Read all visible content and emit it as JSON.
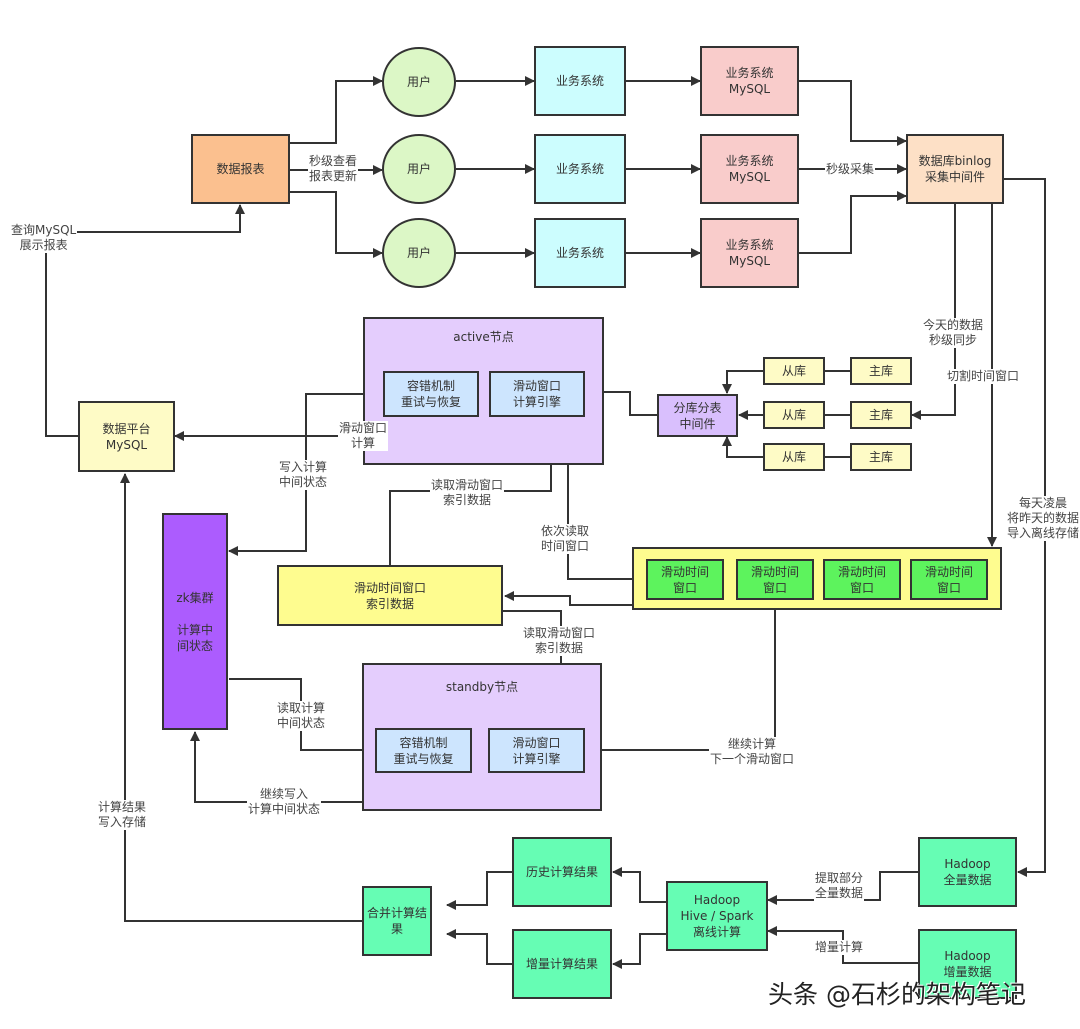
{
  "colors": {
    "report": "#fbc08f",
    "user": "#dcf7c6",
    "biz_system": "#ccfdfe",
    "biz_mysql": "#f9cccb",
    "binlog": "#fde0c6",
    "platform_mysql": "#fefbc6",
    "node_container": "#e4cdfd",
    "inner_box": "#cde5fe",
    "shard_middleware": "#d9bffd",
    "replica": "#fefbc6",
    "zk": "#ac5cfe",
    "window_index": "#fefc8f",
    "window_strip": "#fefc8f",
    "window_cell": "#5df35d",
    "hadoop": "#66fdb4",
    "line": "#333333"
  },
  "nodes": {
    "report": "数据报表",
    "users": [
      "用户",
      "用户",
      "用户"
    ],
    "biz_systems": [
      "业务系统",
      "业务系统",
      "业务系统"
    ],
    "biz_mysqls": [
      "业务系统\nMySQL",
      "业务系统\nMySQL",
      "业务系统\nMySQL"
    ],
    "binlog": "数据库binlog\n采集中间件",
    "platform_mysql": "数据平台\nMySQL",
    "active": {
      "title": "active节点",
      "fault_tolerance": "容错机制\n重试与恢复",
      "engine": "滑动窗口\n计算引擎"
    },
    "standby": {
      "title": "standby节点",
      "fault_tolerance": "容错机制\n重试与恢复",
      "engine": "滑动窗口\n计算引擎"
    },
    "shard_middleware": "分库分表\n中间件",
    "slaves": [
      "从库",
      "从库",
      "从库"
    ],
    "masters": [
      "主库",
      "主库",
      "主库"
    ],
    "zk": "zk集群\n\n计算中\n间状态",
    "window_index": "滑动时间窗口\n索引数据",
    "windows": [
      "滑动时间\n窗口",
      "滑动时间\n窗口",
      "滑动时间\n窗口",
      "滑动时间\n窗口"
    ],
    "history_result": "历史计算结果",
    "incremental_result": "增量计算结果",
    "merge_result": "合并计算结果",
    "hadoop_compute": "Hadoop\nHive / Spark\n离线计算",
    "hadoop_full": "Hadoop\n全量数据",
    "hadoop_incremental": "Hadoop\n增量数据"
  },
  "edge_labels": {
    "view_report": "秒级查看\n报表更新",
    "query_mysql": "查询MySQL\n展示报表",
    "second_collect": "秒级采集",
    "today_sync": "今天的数据\n秒级同步",
    "split_window": "切割时间窗口",
    "nightly_import": "每天凌晨\n将昨天的数据\n导入离线存储",
    "window_compute": "滑动窗口\n计算",
    "write_state": "写入计算\n中间状态",
    "read_index_active": "读取滑动窗口\n索引数据",
    "read_windows": "依次读取\n时间窗口",
    "read_index_standby": "读取滑动窗口\n索引数据",
    "read_state": "读取计算\n中间状态",
    "continue_write": "继续写入\n计算中间状态",
    "continue_compute": "继续计算\n下一个滑动窗口",
    "write_result": "计算结果\n写入存储",
    "extract_full": "提取部分\n全量数据",
    "incremental_compute": "增量计算"
  },
  "watermark": "头条 @石杉的架构笔记"
}
